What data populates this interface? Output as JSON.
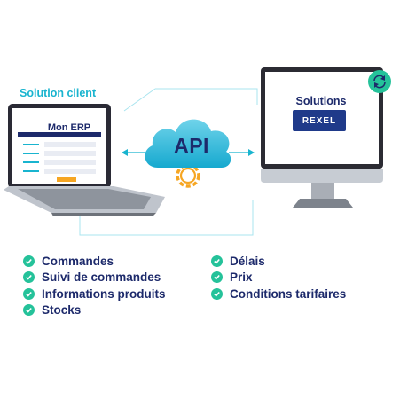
{
  "client": {
    "title": "Solution client",
    "erp_title": "Mon ERP"
  },
  "api": {
    "label": "API"
  },
  "solutions": {
    "title": "Solutions",
    "brand": "REXEL"
  },
  "features_left": [
    {
      "label": "Commandes"
    },
    {
      "label": "Suivi de commandes"
    },
    {
      "label": "Informations produits"
    },
    {
      "label": "Stocks"
    }
  ],
  "features_right": [
    {
      "label": "Délais"
    },
    {
      "label": "Prix"
    },
    {
      "label": "Conditions tarifaires"
    }
  ],
  "colors": {
    "navy": "#1d2a6b",
    "cyan": "#19b4cf",
    "green": "#25c29a",
    "orange": "#f6a623",
    "rexel_blue": "#1f3a8a"
  },
  "icons": [
    "cloud-icon",
    "gear-icon",
    "check-icon",
    "sync-icon",
    "laptop-icon",
    "monitor-icon"
  ]
}
